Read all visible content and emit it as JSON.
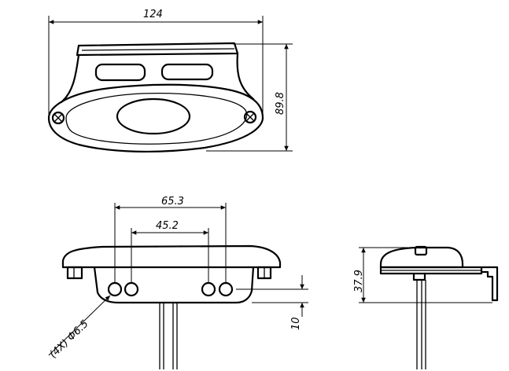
{
  "views": {
    "top": {
      "width_label": "124",
      "height_label": "89.8"
    },
    "front": {
      "outer_spacing_label": "65.3",
      "inner_spacing_label": "45.2",
      "hole_label": "(4X) Φ6.5",
      "offset_label": "10"
    },
    "side": {
      "height_label": "37.9"
    }
  }
}
